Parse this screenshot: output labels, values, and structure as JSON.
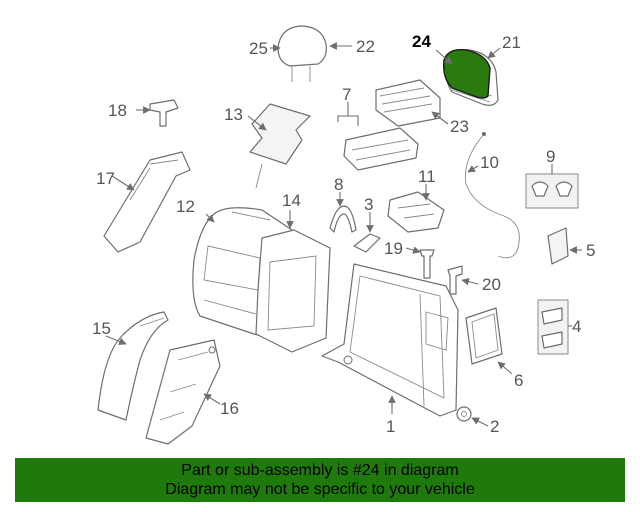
{
  "diagram": {
    "highlight_color": "#2a7a10",
    "highlighted_part": "24",
    "callouts": [
      "1",
      "2",
      "3",
      "4",
      "5",
      "6",
      "7",
      "8",
      "9",
      "10",
      "11",
      "12",
      "13",
      "14",
      "15",
      "16",
      "17",
      "18",
      "19",
      "20",
      "21",
      "22",
      "23",
      "24",
      "25"
    ]
  },
  "banner": {
    "background": "#1f7a0c",
    "line1": "Part or sub-assembly is #24 in diagram",
    "line2": "Diagram may not be specific to your vehicle"
  }
}
